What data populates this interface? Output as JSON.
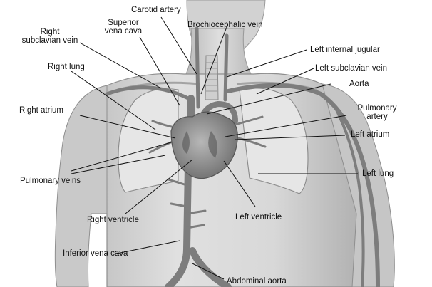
{
  "labels": {
    "carotid_artery": "Carotid artery",
    "right_subclavian_vein_1": "Right",
    "right_subclavian_vein_2": "subclavian vein",
    "superior_vena_cava_1": "Superior",
    "superior_vena_cava_2": "vena cava",
    "brachiocephalic_vein": "Brochiocephalic vein",
    "left_internal_jugular": "Left internal jugular",
    "right_lung": "Right lung",
    "left_subclavian_vein": "Left subclavian vein",
    "aorta": "Aorta",
    "right_atrium": "Right atrium",
    "pulmonary_artery_1": "Pulmonary",
    "pulmonary_artery_2": "artery",
    "left_atrium": "Left atrium",
    "left_lung": "Left lung",
    "pulmonary_veins": "Pulmonary veins",
    "right_ventricle": "Right ventricle",
    "left_ventricle": "Left ventricle",
    "inferior_vena_cava": "Inferior vena cava",
    "abdominal_aorta": "Abdominal aorta"
  },
  "colors": {
    "skin": "#d4d4d4",
    "skin_shade": "#a9a9a9",
    "lung": "#e2e2e2",
    "vessel": "#7d7d7d",
    "heart": "#8c8c8c",
    "leader": "#111111"
  }
}
